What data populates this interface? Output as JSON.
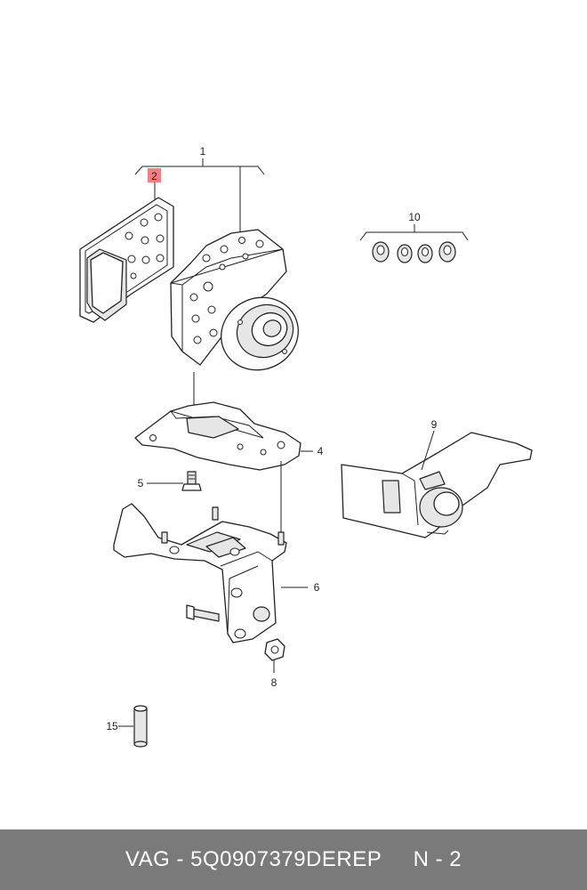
{
  "callouts": {
    "c1": "1",
    "c2": "2",
    "c4": "4",
    "c5": "5",
    "c6": "6",
    "c8": "8",
    "c9": "9",
    "c10": "10",
    "c15": "15"
  },
  "highlight_color": "#f08080",
  "footer": {
    "text": "VAG - 5Q0907379DEREP     N - 2"
  }
}
